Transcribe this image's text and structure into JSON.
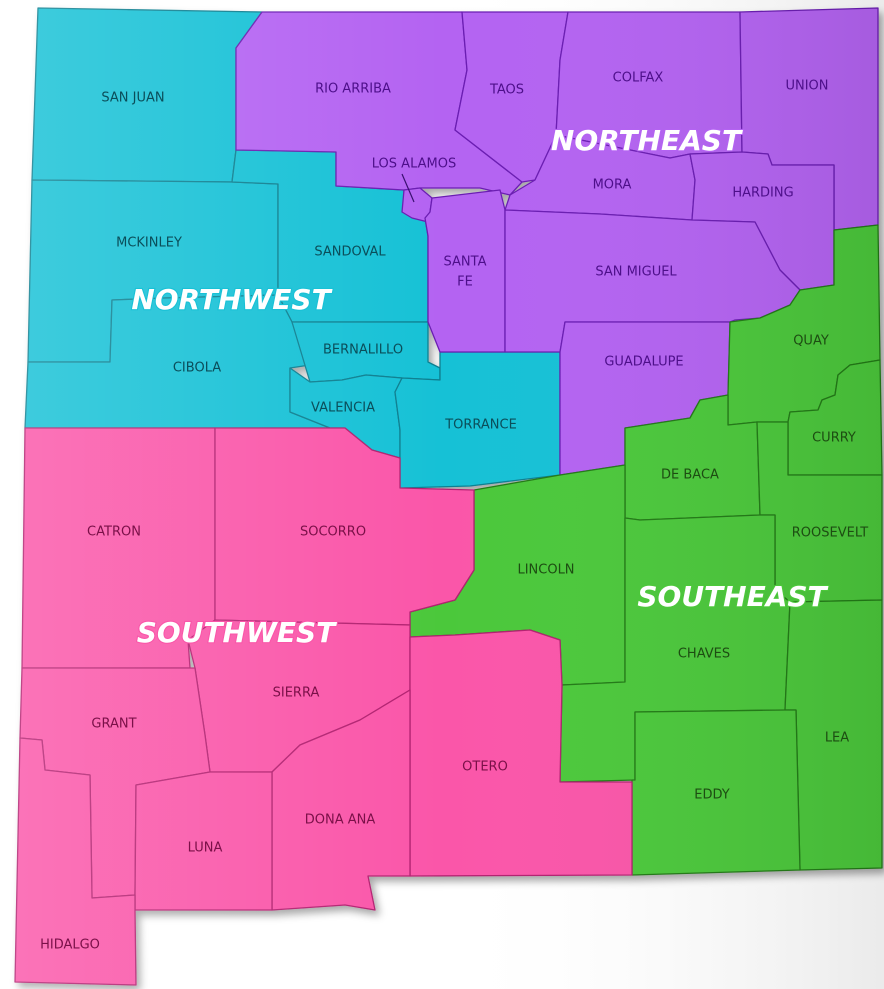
{
  "regions": {
    "northwest": {
      "label": "NORTHWEST",
      "color": "#19c1d6"
    },
    "northeast": {
      "label": "NORTHEAST",
      "color": "#b463f2"
    },
    "southeast": {
      "label": "SOUTHEAST",
      "color": "#4cc83a"
    },
    "southwest": {
      "label": "SOUTHWEST",
      "color": "#fa56a9"
    }
  },
  "counties": {
    "san_juan": "SAN JUAN",
    "mckinley": "MCKINLEY",
    "sandoval": "SANDOVAL",
    "cibola": "CIBOLA",
    "bernalillo": "BERNALILLO",
    "valencia": "VALENCIA",
    "torrance": "TORRANCE",
    "rio_arriba": "RIO ARRIBA",
    "taos": "TAOS",
    "colfax": "COLFAX",
    "union": "UNION",
    "los_alamos": "LOS ALAMOS",
    "mora": "MORA",
    "harding": "HARDING",
    "santa_fe_line1": "SANTA",
    "santa_fe_line2": "FE",
    "san_miguel": "SAN MIGUEL",
    "guadalupe": "GUADALUPE",
    "quay": "QUAY",
    "curry": "CURRY",
    "de_baca": "DE BACA",
    "roosevelt": "ROOSEVELT",
    "lincoln": "LINCOLN",
    "chaves": "CHAVES",
    "lea": "LEA",
    "eddy": "EDDY",
    "catron": "CATRON",
    "socorro": "SOCORRO",
    "sierra": "SIERRA",
    "grant": "GRANT",
    "otero": "OTERO",
    "dona_ana": "DONA ANA",
    "luna": "LUNA",
    "hidalgo": "HIDALGO"
  }
}
